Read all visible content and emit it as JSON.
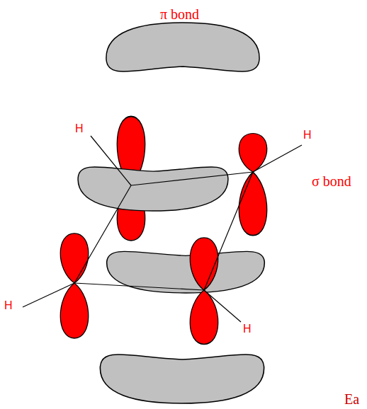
{
  "diagram": {
    "labels": [
      "π bond",
      "H",
      "H",
      "σ bond",
      "H",
      "H",
      "Ea"
    ]
  }
}
